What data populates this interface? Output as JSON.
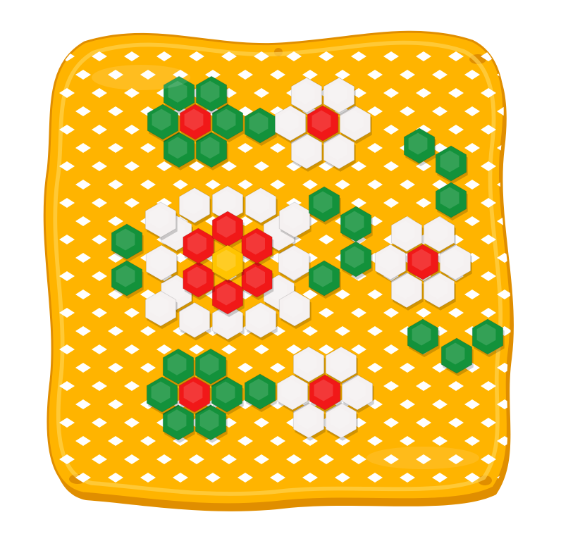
{
  "scene": {
    "subject": "mosaic-peg-board-toy",
    "colors": {
      "background": "#ffffff",
      "board": "#FFB400",
      "board_shadow": "#E08E00",
      "board_highlight": "#FFD24D",
      "hole": "#ffffff",
      "peg_green": "#13923B",
      "peg_red": "#F11818",
      "peg_white": "#F5F1F1",
      "peg_yellow": "#FFC400"
    },
    "motifs": [
      "big-flower-center",
      "flower-top-left",
      "flower-top-middle",
      "flower-right",
      "flower-bottom-left",
      "flower-bottom-middle",
      "green-vine-right"
    ]
  }
}
